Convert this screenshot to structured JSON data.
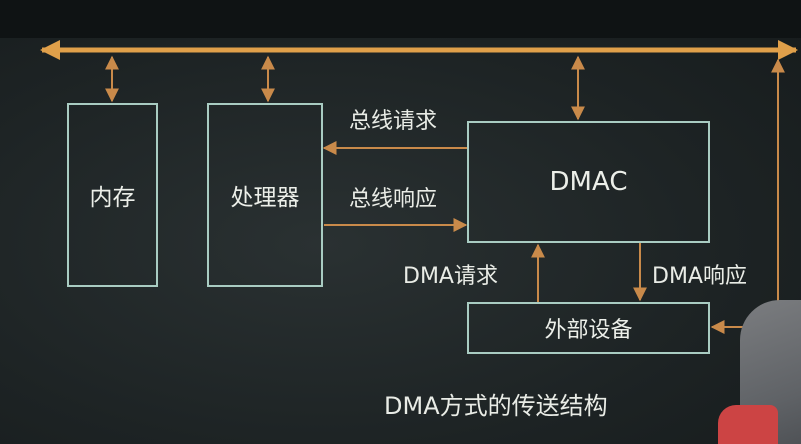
{
  "diagram": {
    "boxes": {
      "memory": "内存",
      "processor": "处理器",
      "dmac": "DMAC",
      "external_device": "外部设备"
    },
    "labels": {
      "bus_request": "总线请求",
      "bus_response": "总线响应",
      "dma_request": "DMA请求",
      "dma_response": "DMA响应"
    },
    "caption": "DMA方式的传送结构"
  },
  "colors": {
    "background": "#1f2526",
    "box_border": "#a9ccc2",
    "bus": "#e0a04a",
    "arrow": "#c98a4a",
    "text": "#ecefe9"
  }
}
